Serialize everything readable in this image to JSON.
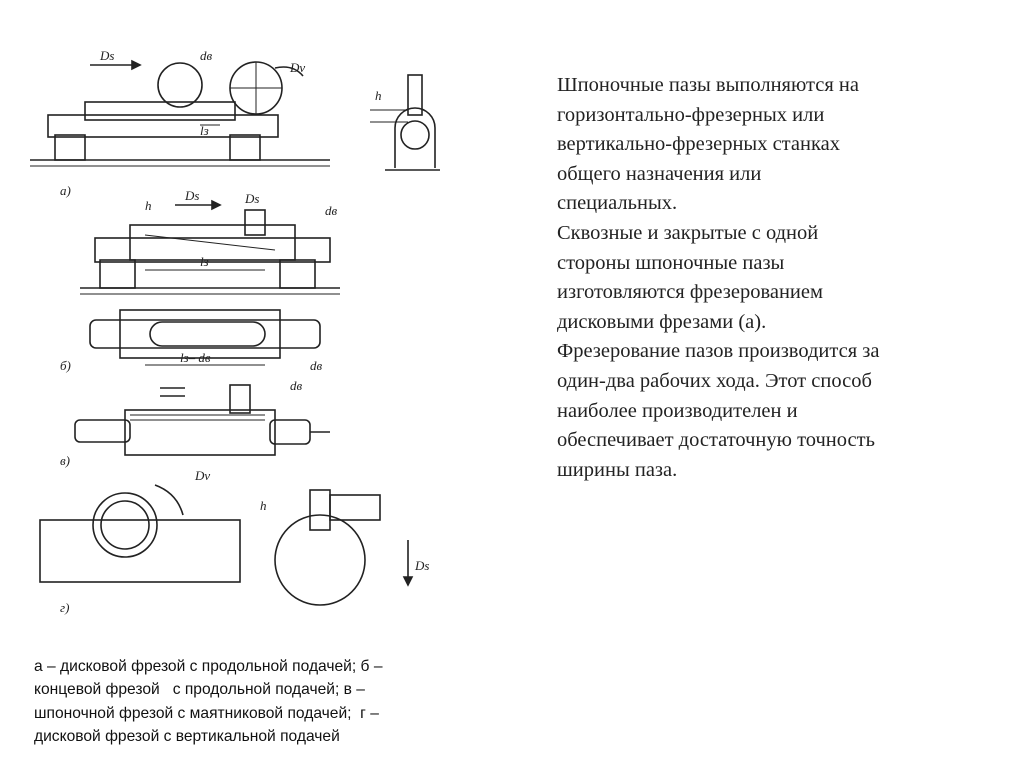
{
  "figure": {
    "labels": {
      "a": "а)",
      "b": "б)",
      "v": "в)",
      "g": "г)",
      "ds": "Ds",
      "dv": "Dv",
      "de": "dв",
      "h": "h",
      "lz": "lз",
      "lz_minus_de": "lз– dв"
    }
  },
  "text_block": {
    "lines": [
      "Шпоночные пазы выполняются  на",
      "горизонтально-фрезерных  или",
      "вертикально-фрезерных станках",
      "общего назначения или",
      "специальных.",
      "Сквозные и закрытые с одной",
      "стороны шпоночные пазы",
      "изготовляются фрезерованием",
      "дисковыми  фрезами (а).",
      "Фрезерование пазов производится за",
      "один-два рабочих хода. Этот способ",
      "наиболее производителен и",
      "обеспечивает достаточную точность",
      "ширины паза."
    ]
  },
  "caption": {
    "lines": [
      "а – дисковой фрезой с продольной подачей; б –",
      "концевой фрезой   с продольной подачей; в –",
      "шпоночной фрезой с маятниковой подачей;  г –",
      "дисковой фрезой с вертикальной подачей"
    ]
  }
}
